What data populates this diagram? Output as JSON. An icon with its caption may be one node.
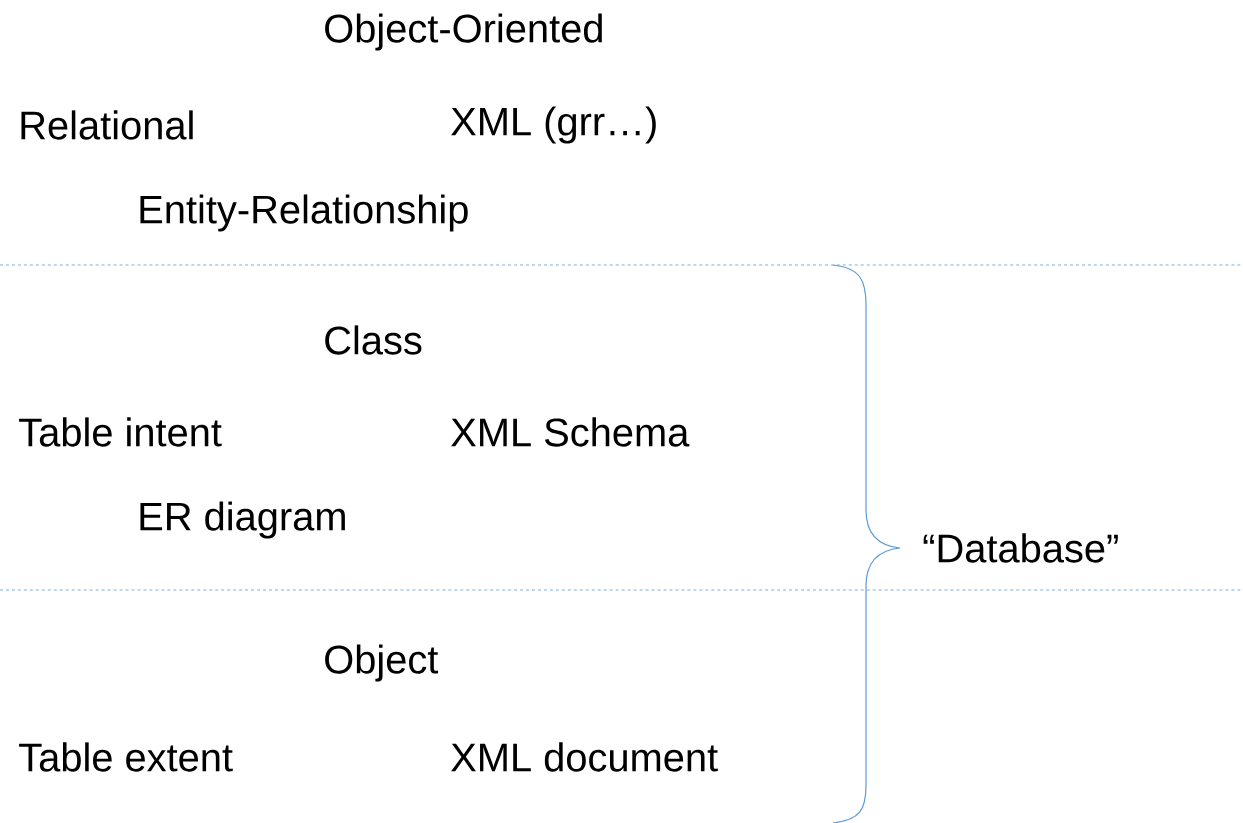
{
  "diagram": {
    "labels": [
      "Object-Oriented",
      "Relational",
      "XML (grr…)",
      "Entity-Relationship",
      "Class",
      "Table intent",
      "XML Schema",
      "ER diagram",
      "“Database”",
      "Object",
      "Table extent",
      "XML document"
    ]
  }
}
